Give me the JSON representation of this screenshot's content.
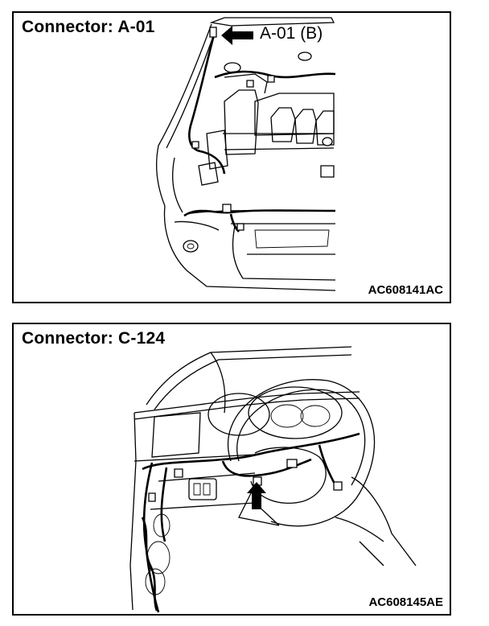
{
  "panels": [
    {
      "title": "Connector: A-01",
      "callout": "A-01 (B)",
      "code": "AC608141AC"
    },
    {
      "title": "Connector: C-124",
      "code": "AC608145AE"
    }
  ],
  "icons": {
    "panel_a_pointer": "arrow-left-icon",
    "panel_c_pointer": "arrow-up-icon"
  }
}
